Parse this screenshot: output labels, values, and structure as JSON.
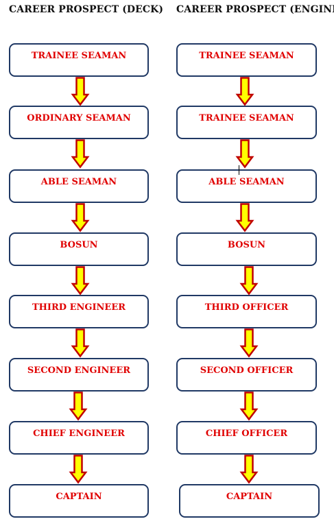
{
  "columns": [
    {
      "key": "deck",
      "title": "CAREER PROSPECT (DECK)",
      "steps": [
        "TRAINEE SEAMAN",
        "ORDINARY SEAMAN",
        "ABLE SEAMAN",
        "BOSUN",
        "THIRD ENGINEER",
        "SECOND ENGINEER",
        "CHIEF ENGINEER",
        "CAPTAIN"
      ]
    },
    {
      "key": "engine",
      "title": "CAREER PROSPECT (ENGINE)",
      "steps": [
        "TRAINEE SEAMAN",
        "TRAINEE SEAMAN",
        "ABLE SEAMAN",
        "BOSUN",
        "THIRD OFFICER",
        "SECOND OFFICER",
        "CHIEF OFFICER",
        "CAPTAIN"
      ]
    }
  ],
  "colors": {
    "box_border": "#1f3864",
    "label_text": "#e00000",
    "arrow_fill": "#ffff00",
    "arrow_stroke": "#c00000"
  }
}
